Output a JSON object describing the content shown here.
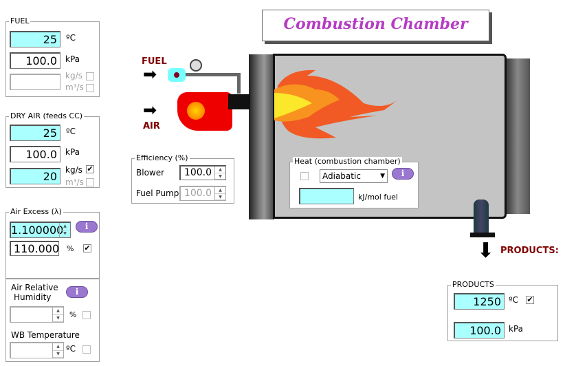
{
  "title": "Combustion Chamber",
  "fuel": {
    "legend": "FUEL",
    "temp": "25",
    "temp_unit": "ºC",
    "pressure": "100.0",
    "pressure_unit": "kPa",
    "flow": "",
    "flow_unit_mass": "kg/s",
    "flow_unit_vol": "m³/s",
    "mass_checked": false,
    "vol_checked": false
  },
  "air": {
    "legend": "DRY AIR (feeds CC)",
    "temp": "25",
    "temp_unit": "ºC",
    "pressure": "100.0",
    "pressure_unit": "kPa",
    "flow": "20",
    "flow_unit_mass": "kg/s",
    "flow_unit_vol": "m³/s",
    "mass_checked": true,
    "vol_checked": false
  },
  "excess": {
    "legend": "Air Excess (λ)",
    "lambda": "1.100000",
    "percent": "110.000",
    "percent_unit": "%",
    "info": "i",
    "check": "✔"
  },
  "humidity": {
    "label1": "Air Relative",
    "label2": "Humidity",
    "info": "i",
    "value": "",
    "unit": "%",
    "wb_label": "WB Temperature",
    "wb_value": "",
    "wb_unit": "ºC"
  },
  "diagram": {
    "fuel_label": "FUEL",
    "air_label": "AIR",
    "products_label": "PRODUCTS:"
  },
  "efficiency": {
    "legend": "Efficiency (%)",
    "blower_label": "Blower",
    "blower": "100.0",
    "pump_label": "Fuel Pump",
    "pump": "100.0"
  },
  "heat": {
    "legend": "Heat (combustion chamber)",
    "mode": "Adiabatic",
    "info": "i",
    "value": "",
    "unit": "kJ/mol fuel"
  },
  "products": {
    "legend": "PRODUCTS",
    "temp": "1250",
    "temp_unit": "ºC",
    "pressure": "100.0",
    "pressure_unit": "kPa",
    "check": "✔"
  }
}
